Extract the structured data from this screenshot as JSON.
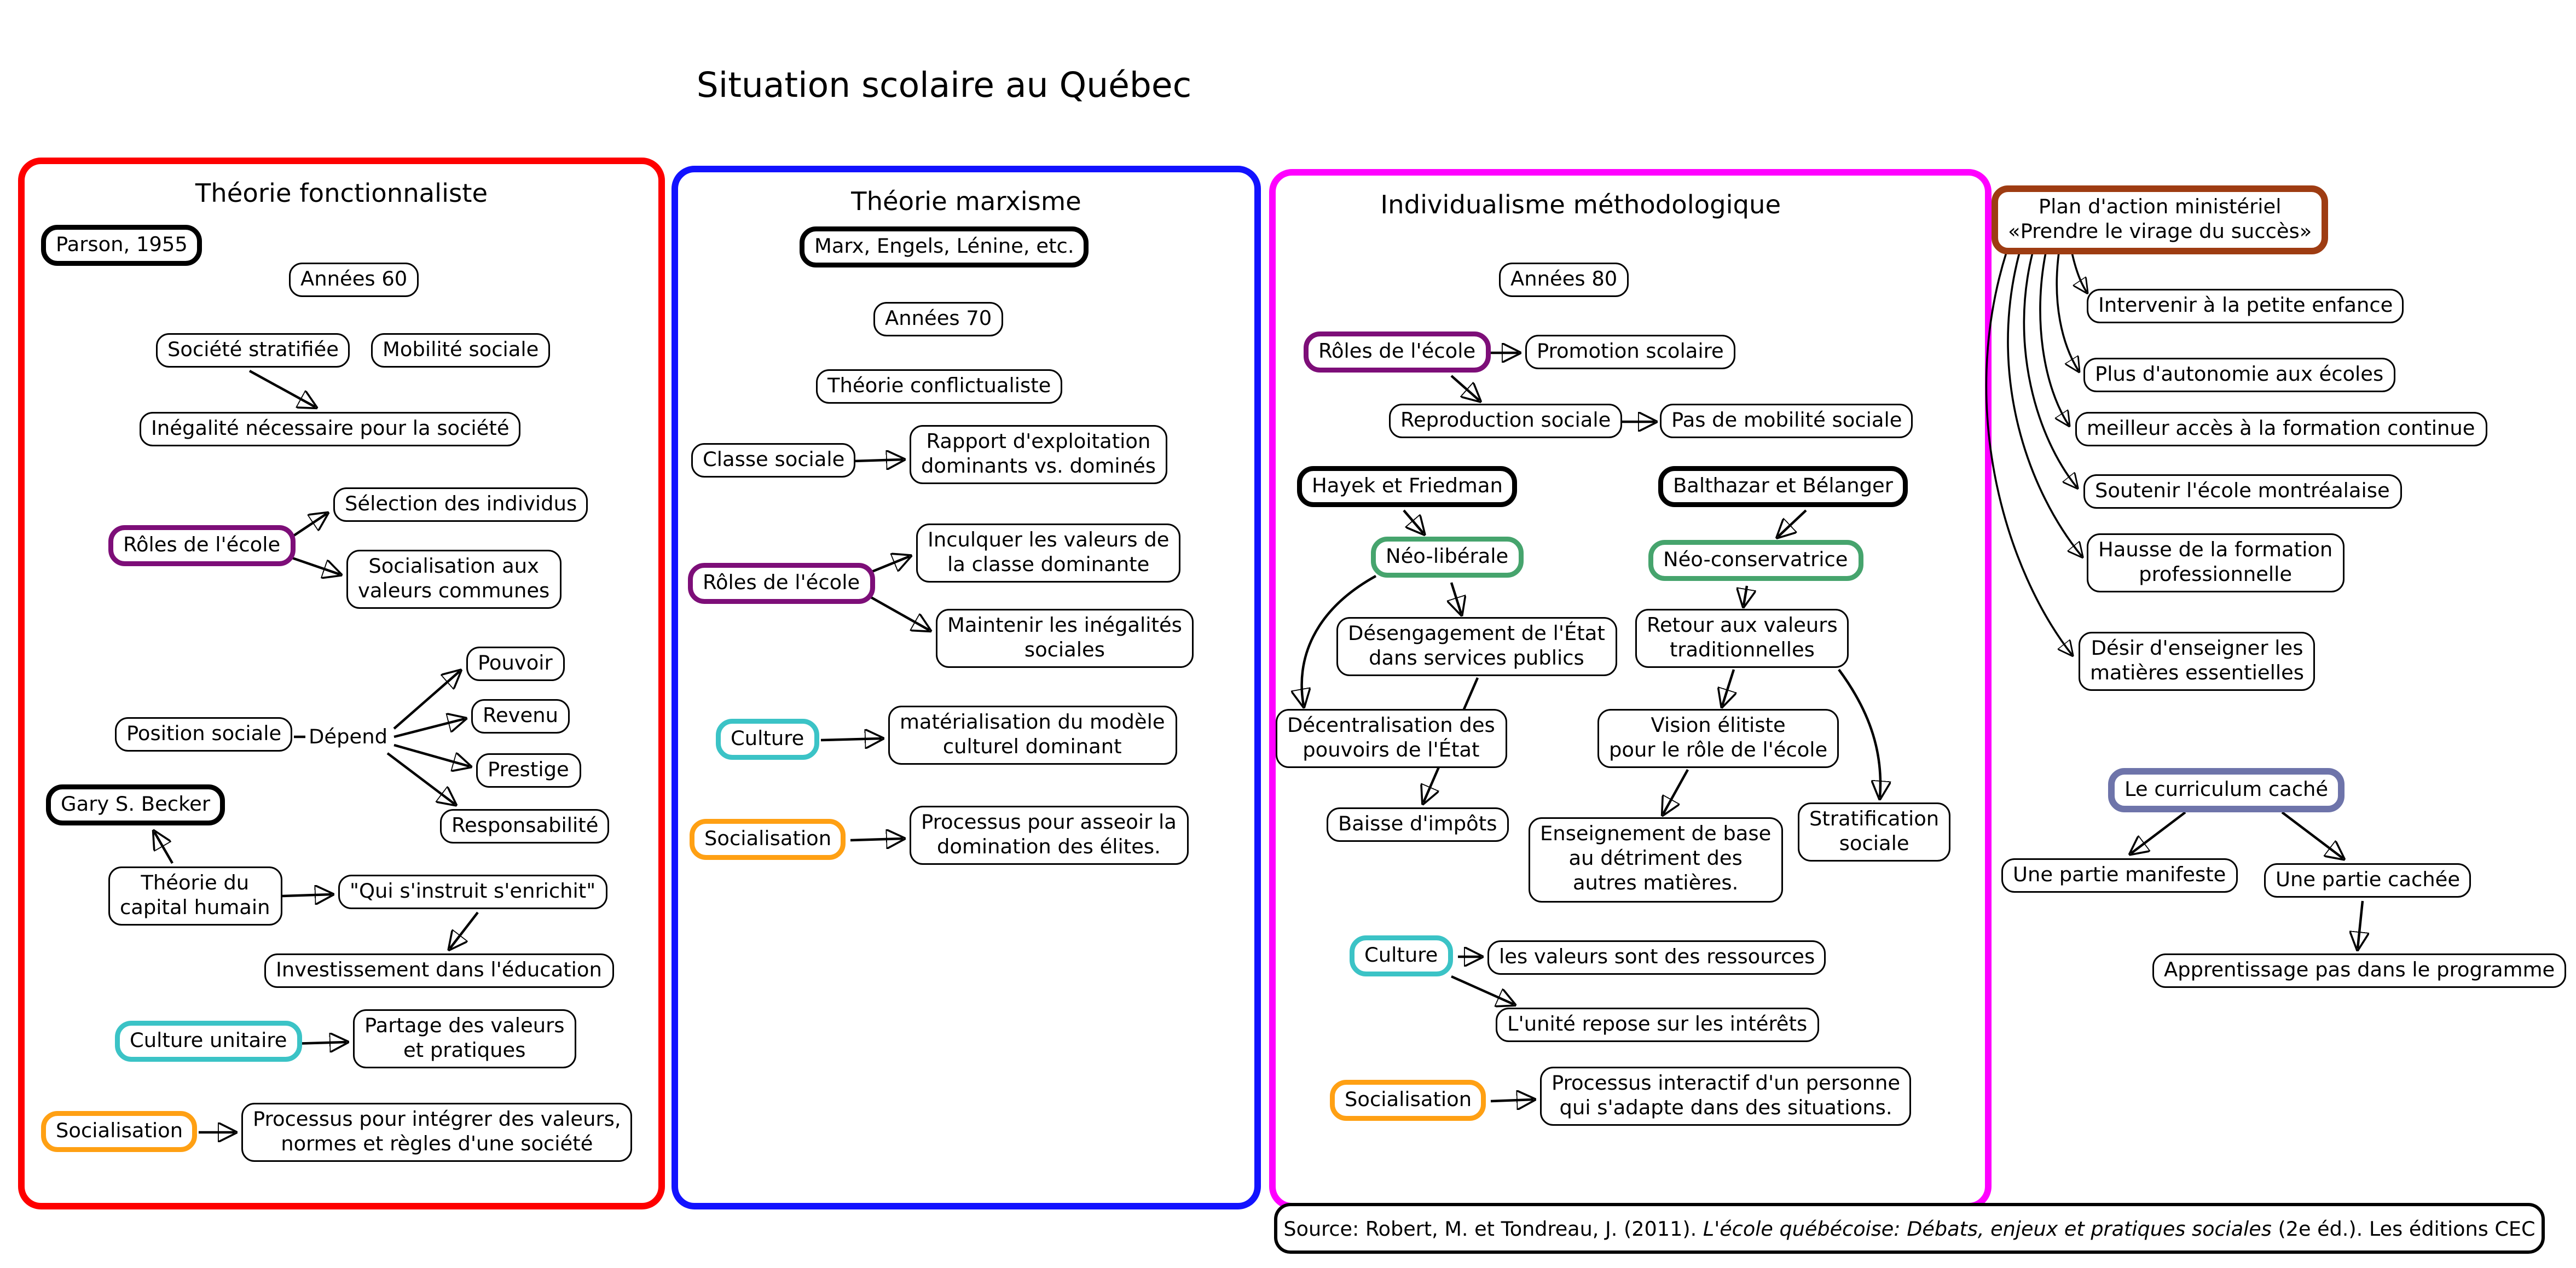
{
  "title": "Situation scolaire au Québec",
  "colors": {
    "lavender": "#c79df2",
    "red": "#fe0000",
    "blue": "#1212ff",
    "magenta": "#ff00ff",
    "purple": "#7d0e78",
    "teal": "#3bc3c6",
    "orange": "#ffa013",
    "green": "#46a46d",
    "brown": "#9e3c12",
    "slate": "#6e74aa",
    "line": "#000000"
  },
  "sections": {
    "fonctionnaliste": {
      "title": "Théorie fonctionnaliste",
      "nodes": {
        "parson": "Parson, 1955",
        "annees60": "Années 60",
        "societe": "Société stratifiée",
        "mobilite": "Mobilité sociale",
        "inegalite": "Inégalité nécessaire pour la société",
        "roles": "Rôles de l'école",
        "selection": "Sélection des individus",
        "socialisation_valeurs": "Socialisation aux\nvaleurs communes",
        "position": "Position sociale",
        "depend": "Dépend",
        "pouvoir": "Pouvoir",
        "revenu": "Revenu",
        "prestige": "Prestige",
        "responsabilite": "Responsabilité",
        "becker": "Gary S. Becker",
        "capital": "Théorie du\ncapital humain",
        "qui_instruit": "\"Qui s'instruit s'enrichit\"",
        "investissement": "Investissement dans l'éducation",
        "culture_unitaire": "Culture unitaire",
        "partage": "Partage des valeurs\net pratiques",
        "socialisation": "Socialisation",
        "processus": "Processus pour intégrer des valeurs,\nnormes et règles d'une société"
      }
    },
    "marxisme": {
      "title": "Théorie marxisme",
      "nodes": {
        "marx": "Marx, Engels, Lénine, etc.",
        "annees70": "Années 70",
        "conflictualiste": "Théorie conflictualiste",
        "classe": "Classe sociale",
        "rapport": "Rapport d'exploitation\ndominants vs. dominés",
        "roles": "Rôles de l'école",
        "inculquer": "Inculquer les valeurs de\nla classe dominante",
        "maintenir": "Maintenir les inégalités\nsociales",
        "culture": "Culture",
        "materialisation": "matérialisation du modèle\nculturel dominant",
        "socialisation": "Socialisation",
        "processus": "Processus pour asseoir la\ndomination des élites."
      }
    },
    "individualisme": {
      "title": "Individualisme méthodologique",
      "nodes": {
        "annees80": "Années 80",
        "roles": "Rôles de l'école",
        "promotion": "Promotion scolaire",
        "reproduction": "Reproduction sociale",
        "pas_mobilite": "Pas de mobilité sociale",
        "hayek": "Hayek et Friedman",
        "balthazar": "Balthazar et Bélanger",
        "neoliberale": "Néo-libérale",
        "neoconservatrice": "Néo-conservatrice",
        "desengagement": "Désengagement de l'État\ndans services publics",
        "retour": "Retour aux valeurs\ntraditionnelles",
        "decentralisation": "Décentralisation des\npouvoirs de l'État",
        "vision": "Vision élitiste\npour le rôle de l'école",
        "baisse": "Baisse d'impôts",
        "enseignement": "Enseignement de base\nau détriment des\nautres matières.",
        "stratification": "Stratification\nsociale",
        "culture": "Culture",
        "valeurs_ressources": "les valeurs sont des ressources",
        "unite": "L'unité repose sur les intérêts",
        "socialisation": "Socialisation",
        "processus": "Processus interactif d'un personne\nqui s'adapte dans des situations."
      }
    },
    "plan": {
      "nodes": {
        "plan": "Plan d'action ministériel\n«Prendre le virage du succès»",
        "intervenir": "Intervenir à la petite enfance",
        "autonomie": "Plus d'autonomie aux écoles",
        "formation_continue": "meilleur accès à la formation continue",
        "montrealaise": "Soutenir l'école montréalaise",
        "hausse": "Hausse de la formation\nprofessionnelle",
        "desir": "Désir d'enseigner les\nmatières essentielles"
      }
    },
    "curriculum": {
      "nodes": {
        "curriculum": "Le curriculum caché",
        "manifeste": "Une partie manifeste",
        "cachee": "Une partie cachée",
        "apprentissage": "Apprentissage pas dans le programme"
      }
    }
  },
  "source": {
    "prefix": "Source: Robert, M. et Tondreau, J. (2011). ",
    "italic": "L'école québécoise: Débats, enjeux et pratiques sociales",
    "suffix": " (2e éd.). Les éditions CEC"
  },
  "edges": [
    "societe->inegalite",
    "roles->selection",
    "roles->socialisation_valeurs",
    "position-depend",
    "depend->pouvoir",
    "depend->revenu",
    "depend->prestige",
    "depend->responsabilite",
    "capital->becker",
    "capital->qui_instruit",
    "qui_instruit->investissement",
    "culture_unitaire->partage",
    "socialisation->processus",
    "classe->rapport",
    "roles_marx->inculquer",
    "roles_marx->maintenir",
    "culture_marx->materialisation",
    "socialisation_marx->processus_asseoir",
    "roles_ind->promotion",
    "roles_ind->reproduction",
    "reproduction->pas_mobilite",
    "hayek->neoliberale",
    "balthazar->neoconservatrice",
    "neoliberale->desengagement",
    "neoliberale->decentralisation",
    "desengagement->baisse",
    "neoconservatrice->retour",
    "retour->vision",
    "retour->stratification",
    "vision->enseignement",
    "culture_ind->valeurs_ressources",
    "culture_ind->unite",
    "socialisation_ind->processus_interactif",
    "plan->intervenir",
    "plan->autonomie",
    "plan->formation_continue",
    "plan->montrealaise",
    "plan->hausse",
    "plan->desir",
    "curriculum->manifeste",
    "curriculum->cachee",
    "cachee->apprentissage"
  ]
}
